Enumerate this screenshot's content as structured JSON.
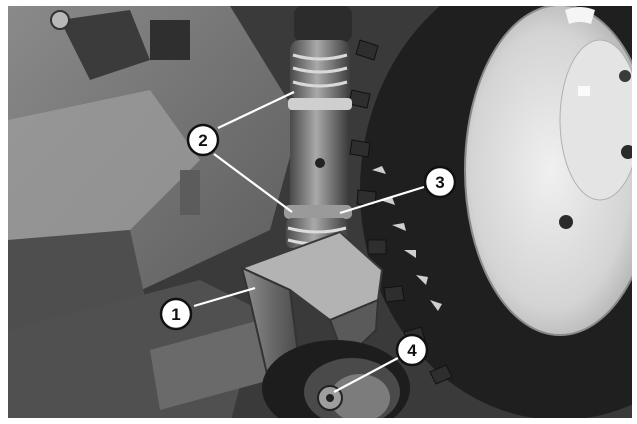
{
  "photo": {
    "description_icon": "mower-caster-wheel-photo",
    "palette": {
      "background": "#ffffff",
      "dark": "#2a2a2a",
      "mid": "#6e6e6e",
      "light": "#bdbdbd",
      "highlight": "#e2e2e2"
    }
  },
  "callouts": [
    {
      "label": "1"
    },
    {
      "label": "2"
    },
    {
      "label": "3"
    },
    {
      "label": "4"
    }
  ]
}
